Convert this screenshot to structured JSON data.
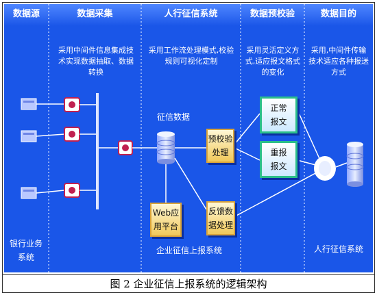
{
  "columns": [
    {
      "header": "数据源"
    },
    {
      "header": "数据采集",
      "desc": "采用中间件信息集成技术实现数据抽取、数据转换"
    },
    {
      "header": "人行征信系统",
      "desc": "采用工作流处理模式,校验规则可视化定制"
    },
    {
      "header": "数据预校验",
      "desc": "采用灵活定义方式,适应报文格式的变化"
    },
    {
      "header": "数据目的",
      "desc": "采用,中间件传输技术适应各种报送方式"
    }
  ],
  "labels": {
    "bank_system": "银行业务系统",
    "credit_data": "征信数据",
    "reporting_system": "企业征信上报系统",
    "pbc_system": "人行征信系统"
  },
  "boxes": {
    "precheck": "预校验处理",
    "feedback": "反馈数据处理",
    "web": "Web应用平台",
    "normal": "正常报文",
    "resubmit": "重报报文"
  },
  "caption": "图 2 企业征信上报系统的逻辑架构",
  "colors": {
    "background": "#1a56e8",
    "yellow_box": "#f0c85a",
    "green_border": "#2cbf8a"
  }
}
